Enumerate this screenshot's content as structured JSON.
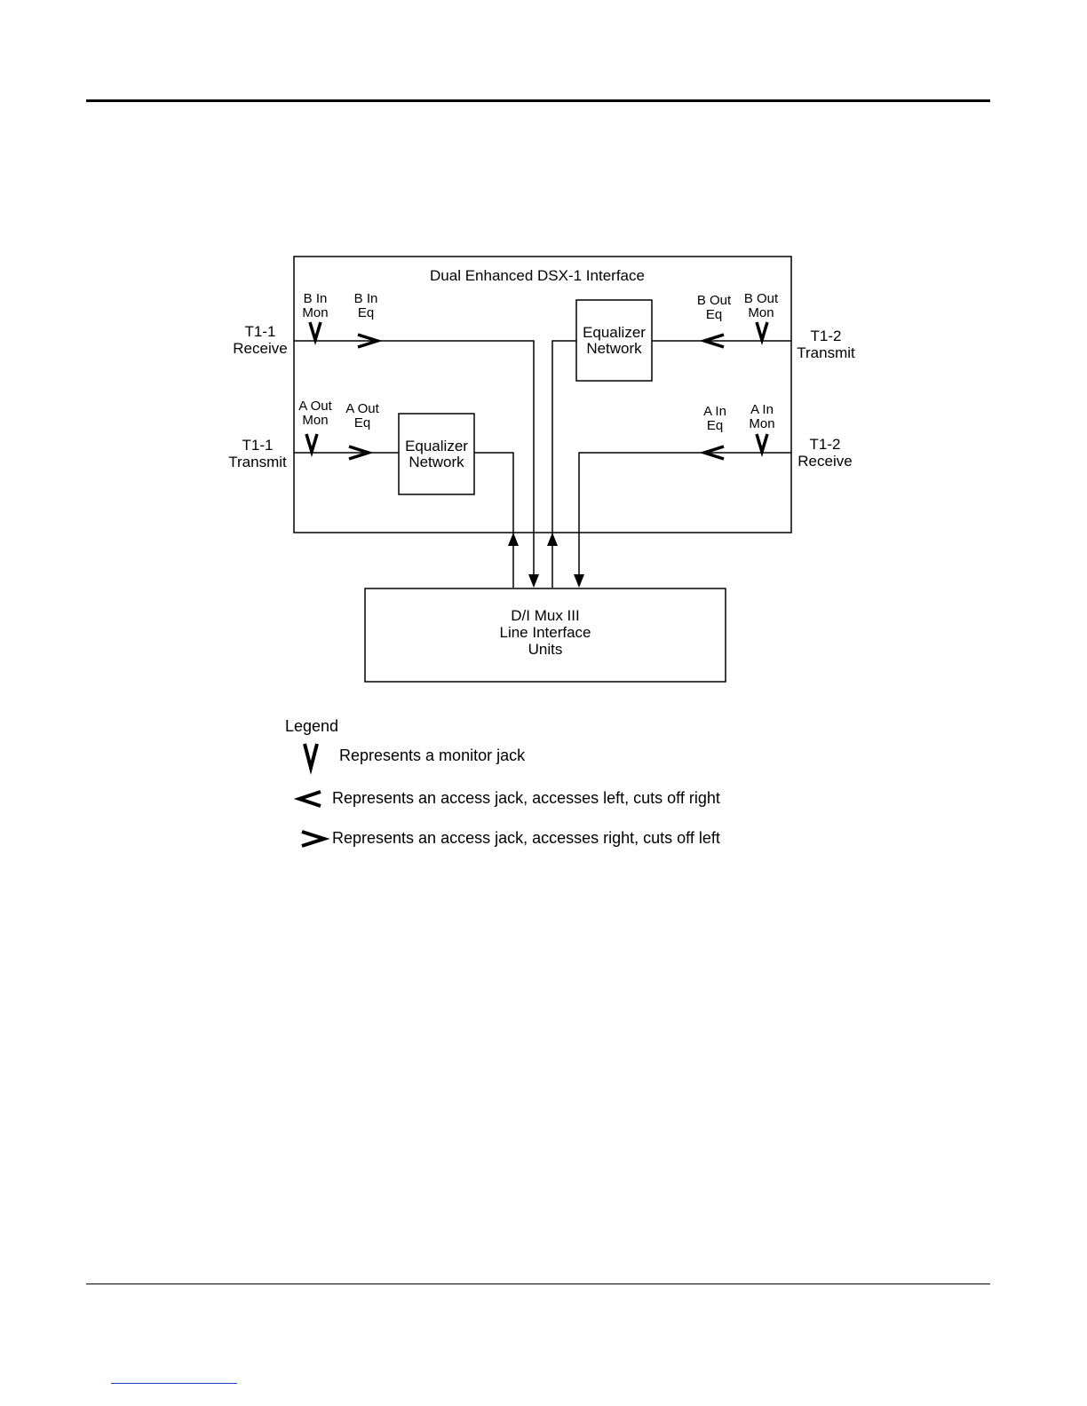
{
  "diagram": {
    "interface_title": "Dual Enhanced DSX-1 Interface",
    "ports": {
      "t1_1_receive": "T1-1\nReceive",
      "t1_1_transmit": "T1-1\nTransmit",
      "t1_2_transmit": "T1-2\nTransmit",
      "t1_2_receive": "T1-2\nReceive"
    },
    "jacks": {
      "b_in_mon": "B In\nMon",
      "b_in_eq": "B In\nEq",
      "b_out_eq": "B Out\nEq",
      "b_out_mon": "B Out\nMon",
      "a_out_mon": "A Out\nMon",
      "a_out_eq": "A Out\nEq",
      "a_in_eq": "A In\nEq",
      "a_in_mon": "A In\nMon"
    },
    "equalizer_top": "Equalizer\nNetwork",
    "equalizer_bottom": "Equalizer\nNetwork",
    "mux_box": "D/I Mux III\nLine Interface\nUnits"
  },
  "legend": {
    "title": "Legend",
    "monitor_jack": "Represents a monitor jack",
    "access_left": "Represents an access jack, accesses left, cuts off right",
    "access_right": "Represents an access jack, accesses right, cuts off left"
  }
}
